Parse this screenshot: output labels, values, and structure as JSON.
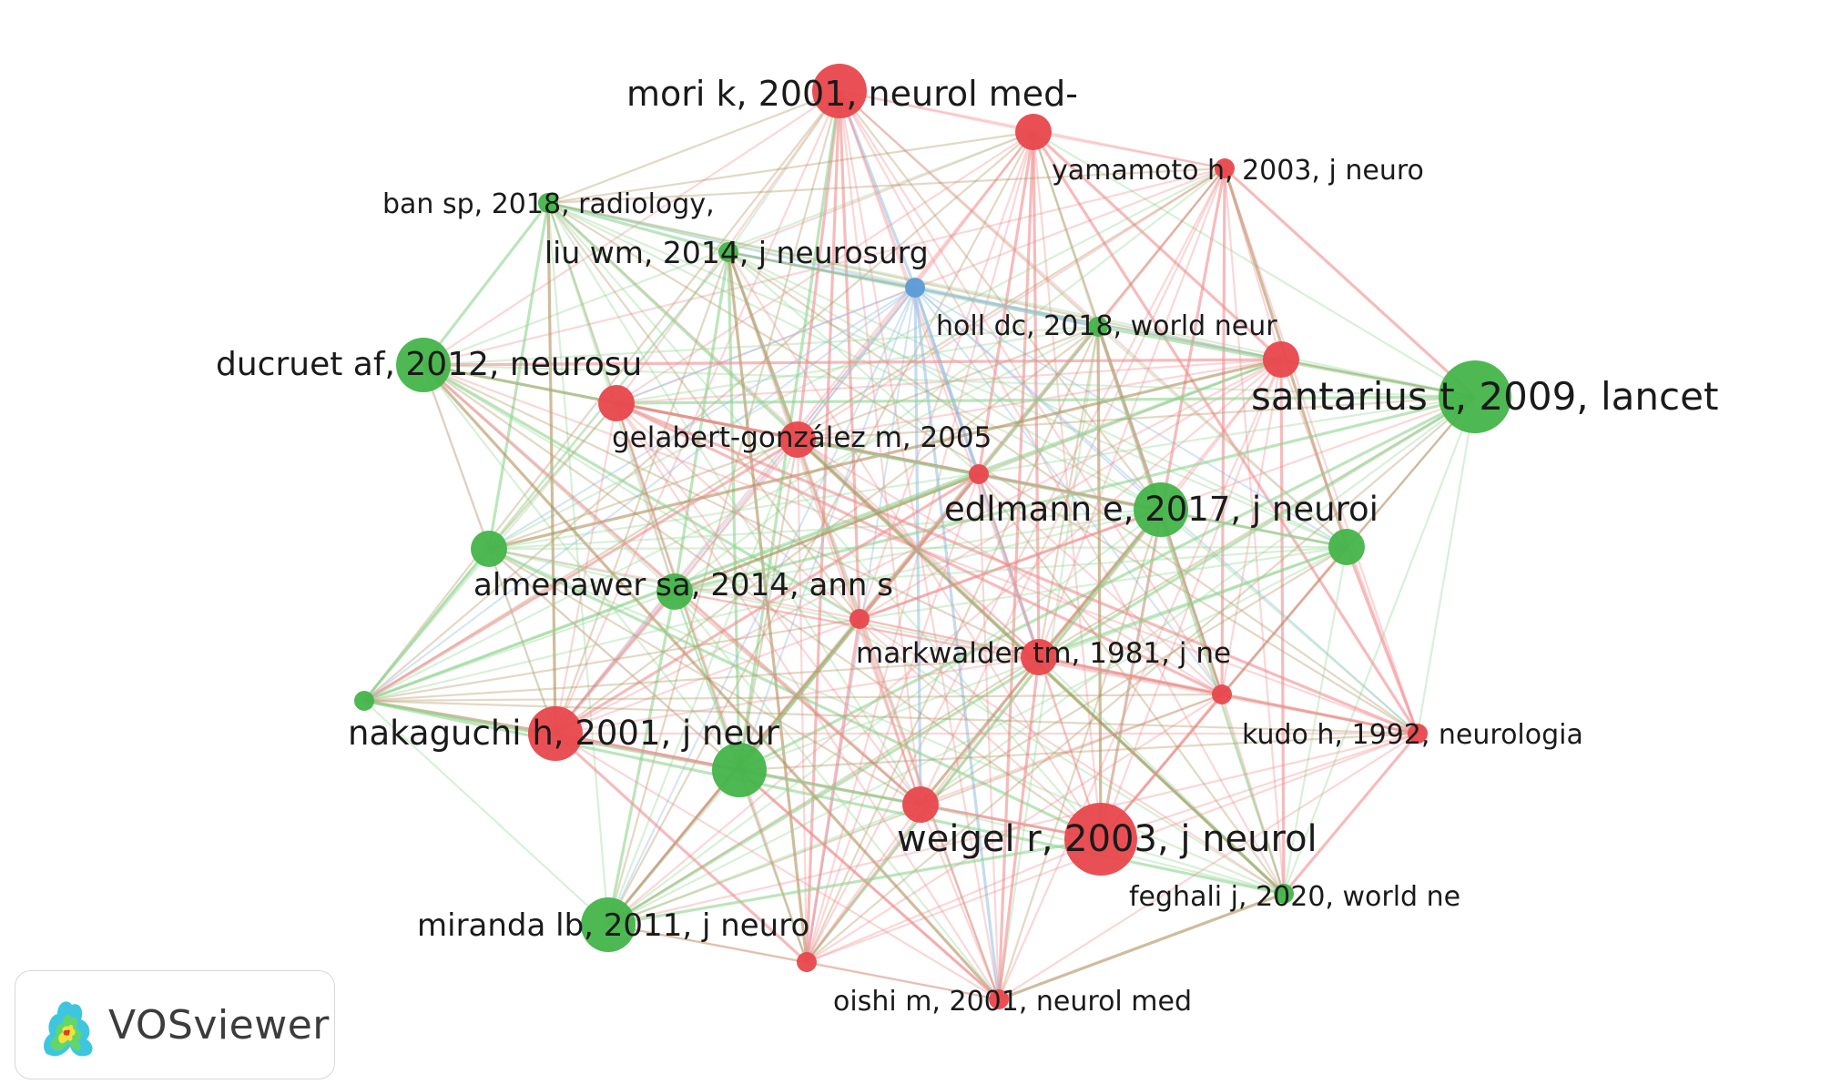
{
  "app": {
    "name": "VOSviewer"
  },
  "colors": {
    "cluster_red": "#e8474c",
    "cluster_green": "#44b44a",
    "cluster_blue": "#5b9bd5",
    "edge_red": "#f08d8f",
    "edge_green": "#8fd48f",
    "edge_blue": "#9cc3e6",
    "edge_mixed": "#b0905a"
  },
  "nodes": [
    {
      "id": "mori",
      "label": "mori k, 2001, neurol med-",
      "cluster": "red",
      "size": "large"
    },
    {
      "id": "n_red_top",
      "label": "",
      "cluster": "red",
      "size": "medium"
    },
    {
      "id": "yamamoto",
      "label": "yamamoto h, 2003, j neuro",
      "cluster": "red",
      "size": "small"
    },
    {
      "id": "ban",
      "label": "ban sp, 2018, radiology,",
      "cluster": "green",
      "size": "small"
    },
    {
      "id": "liu",
      "label": "liu wm, 2014, j neurosurg",
      "cluster": "green",
      "size": "small"
    },
    {
      "id": "blue",
      "label": "",
      "cluster": "blue",
      "size": "small"
    },
    {
      "id": "holl",
      "label": "holl dc, 2018, world neur",
      "cluster": "green",
      "size": "small"
    },
    {
      "id": "n_red_right",
      "label": "",
      "cluster": "red",
      "size": "medium"
    },
    {
      "id": "santarius",
      "label": "santarius t, 2009, lancet",
      "cluster": "green",
      "size": "xlarge"
    },
    {
      "id": "ducruet",
      "label": "ducruet af, 2012, neurosu",
      "cluster": "green",
      "size": "large"
    },
    {
      "id": "n_red_left",
      "label": "",
      "cluster": "red",
      "size": "medium"
    },
    {
      "id": "gelabert",
      "label": "gelabert-gonzález m, 2005",
      "cluster": "red",
      "size": "medium"
    },
    {
      "id": "n_red_center",
      "label": "",
      "cluster": "red",
      "size": "small"
    },
    {
      "id": "edlmann",
      "label": "edlmann e, 2017, j neuroi",
      "cluster": "green",
      "size": "large"
    },
    {
      "id": "n_green_right",
      "label": "",
      "cluster": "green",
      "size": "medium"
    },
    {
      "id": "n_green_left",
      "label": "",
      "cluster": "green",
      "size": "medium"
    },
    {
      "id": "almenawer",
      "label": "almenawer sa, 2014, ann s",
      "cluster": "green",
      "size": "medium"
    },
    {
      "id": "n_red_mid",
      "label": "",
      "cluster": "red",
      "size": "small"
    },
    {
      "id": "markwalder",
      "label": "markwalder tm, 1981, j ne",
      "cluster": "red",
      "size": "medium"
    },
    {
      "id": "n_red_lowright",
      "label": "",
      "cluster": "red",
      "size": "small"
    },
    {
      "id": "n_green_farleft",
      "label": "",
      "cluster": "green",
      "size": "small"
    },
    {
      "id": "nakaguchi",
      "label": "nakaguchi h, 2001, j neur",
      "cluster": "red",
      "size": "large"
    },
    {
      "id": "n_green_low",
      "label": "",
      "cluster": "green",
      "size": "large"
    },
    {
      "id": "n_red_low",
      "label": "",
      "cluster": "red",
      "size": "medium"
    },
    {
      "id": "kudo",
      "label": "kudo h, 1992, neurologia",
      "cluster": "red",
      "size": "small"
    },
    {
      "id": "weigel",
      "label": "weigel r, 2003, j neurol",
      "cluster": "red",
      "size": "xlarge"
    },
    {
      "id": "feghali",
      "label": "feghali j, 2020, world ne",
      "cluster": "green",
      "size": "small"
    },
    {
      "id": "miranda",
      "label": "miranda lb, 2011, j neuro",
      "cluster": "green",
      "size": "large"
    },
    {
      "id": "n_red_bottom",
      "label": "",
      "cluster": "red",
      "size": "small"
    },
    {
      "id": "oishi",
      "label": "oishi m, 2001, neurol med",
      "cluster": "red",
      "size": "small"
    }
  ]
}
